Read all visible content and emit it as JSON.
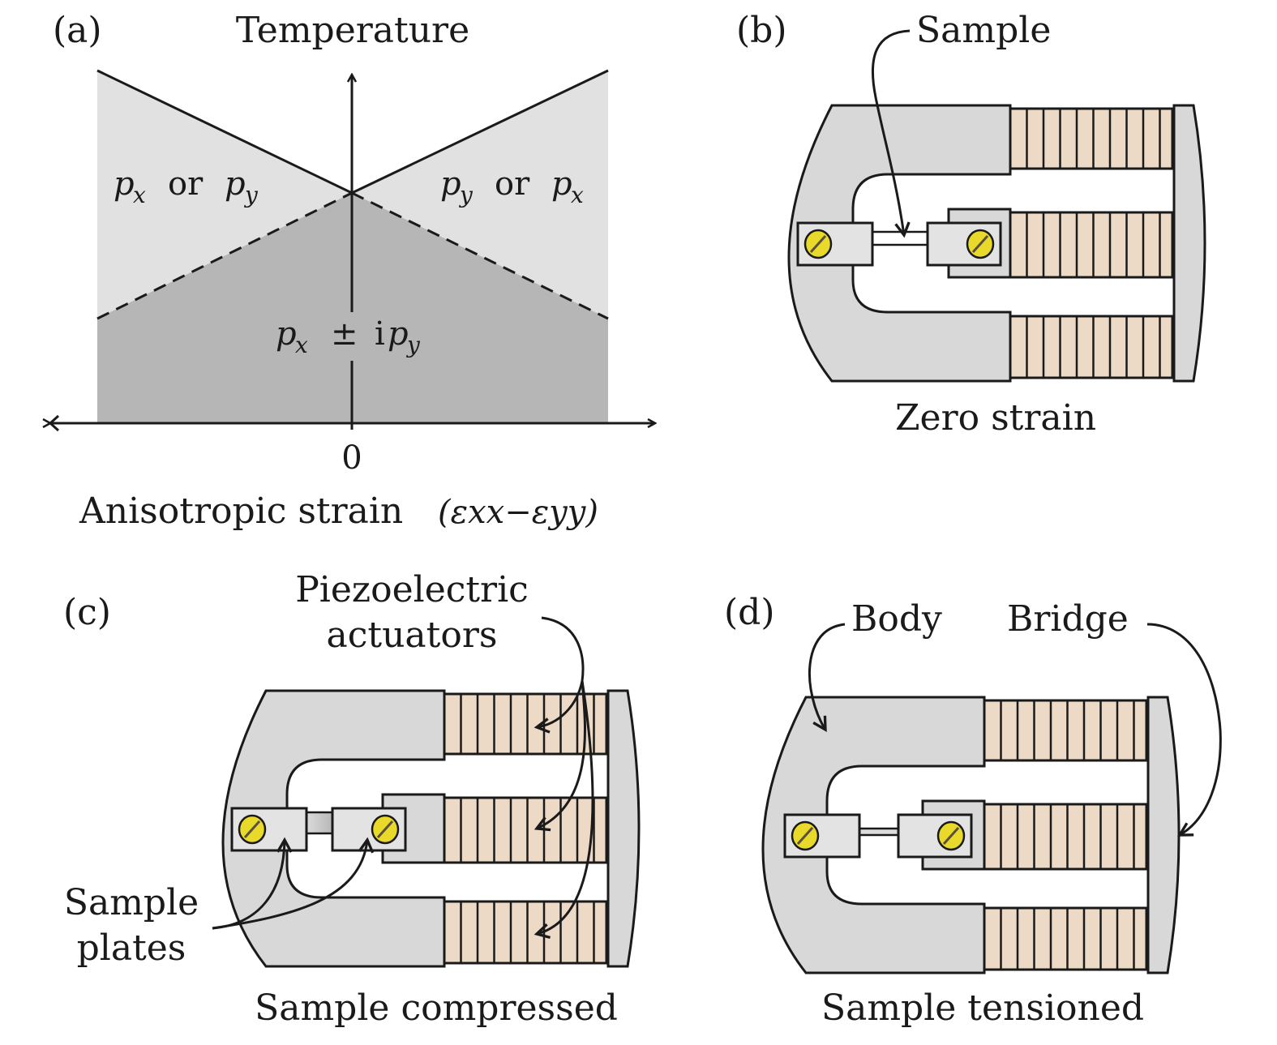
{
  "panels": {
    "a": {
      "tag": "(a)",
      "y_axis_label": "Temperature",
      "x_axis_label": "Anisotropic strain",
      "x_axis_expr": "(εxx−εyy)",
      "x_tick_zero": "0",
      "region_left": {
        "p1": "p",
        "s1": "x",
        "word": "or",
        "p2": "p",
        "s2": "y"
      },
      "region_right": {
        "p1": "p",
        "s1": "y",
        "word": "or",
        "p2": "p",
        "s2": "x"
      },
      "region_bottom": {
        "p1": "p",
        "s1": "x",
        "op": "±",
        "i": "i",
        "p2": "p",
        "s2": "y"
      },
      "colors": {
        "upper_phase": "#e1e1e1",
        "lower_phase": "#b6b6b6"
      }
    },
    "b": {
      "tag": "(b)",
      "caption": "Zero strain",
      "callout": "Sample"
    },
    "c": {
      "tag": "(c)",
      "caption": "Sample compressed",
      "callout_actuators_line1": "Piezoelectric",
      "callout_actuators_line2": "actuators",
      "callout_plates_line1": "Sample",
      "callout_plates_line2": "plates"
    },
    "d": {
      "tag": "(d)",
      "caption": "Sample tensioned",
      "callout_body": "Body",
      "callout_bridge": "Bridge"
    }
  },
  "colors": {
    "body": "#d8d8d8",
    "plate": "#e3e3e3",
    "piezo": "#ecd9c6",
    "screw": "#e8d92a",
    "outline": "#1a1a1a"
  }
}
